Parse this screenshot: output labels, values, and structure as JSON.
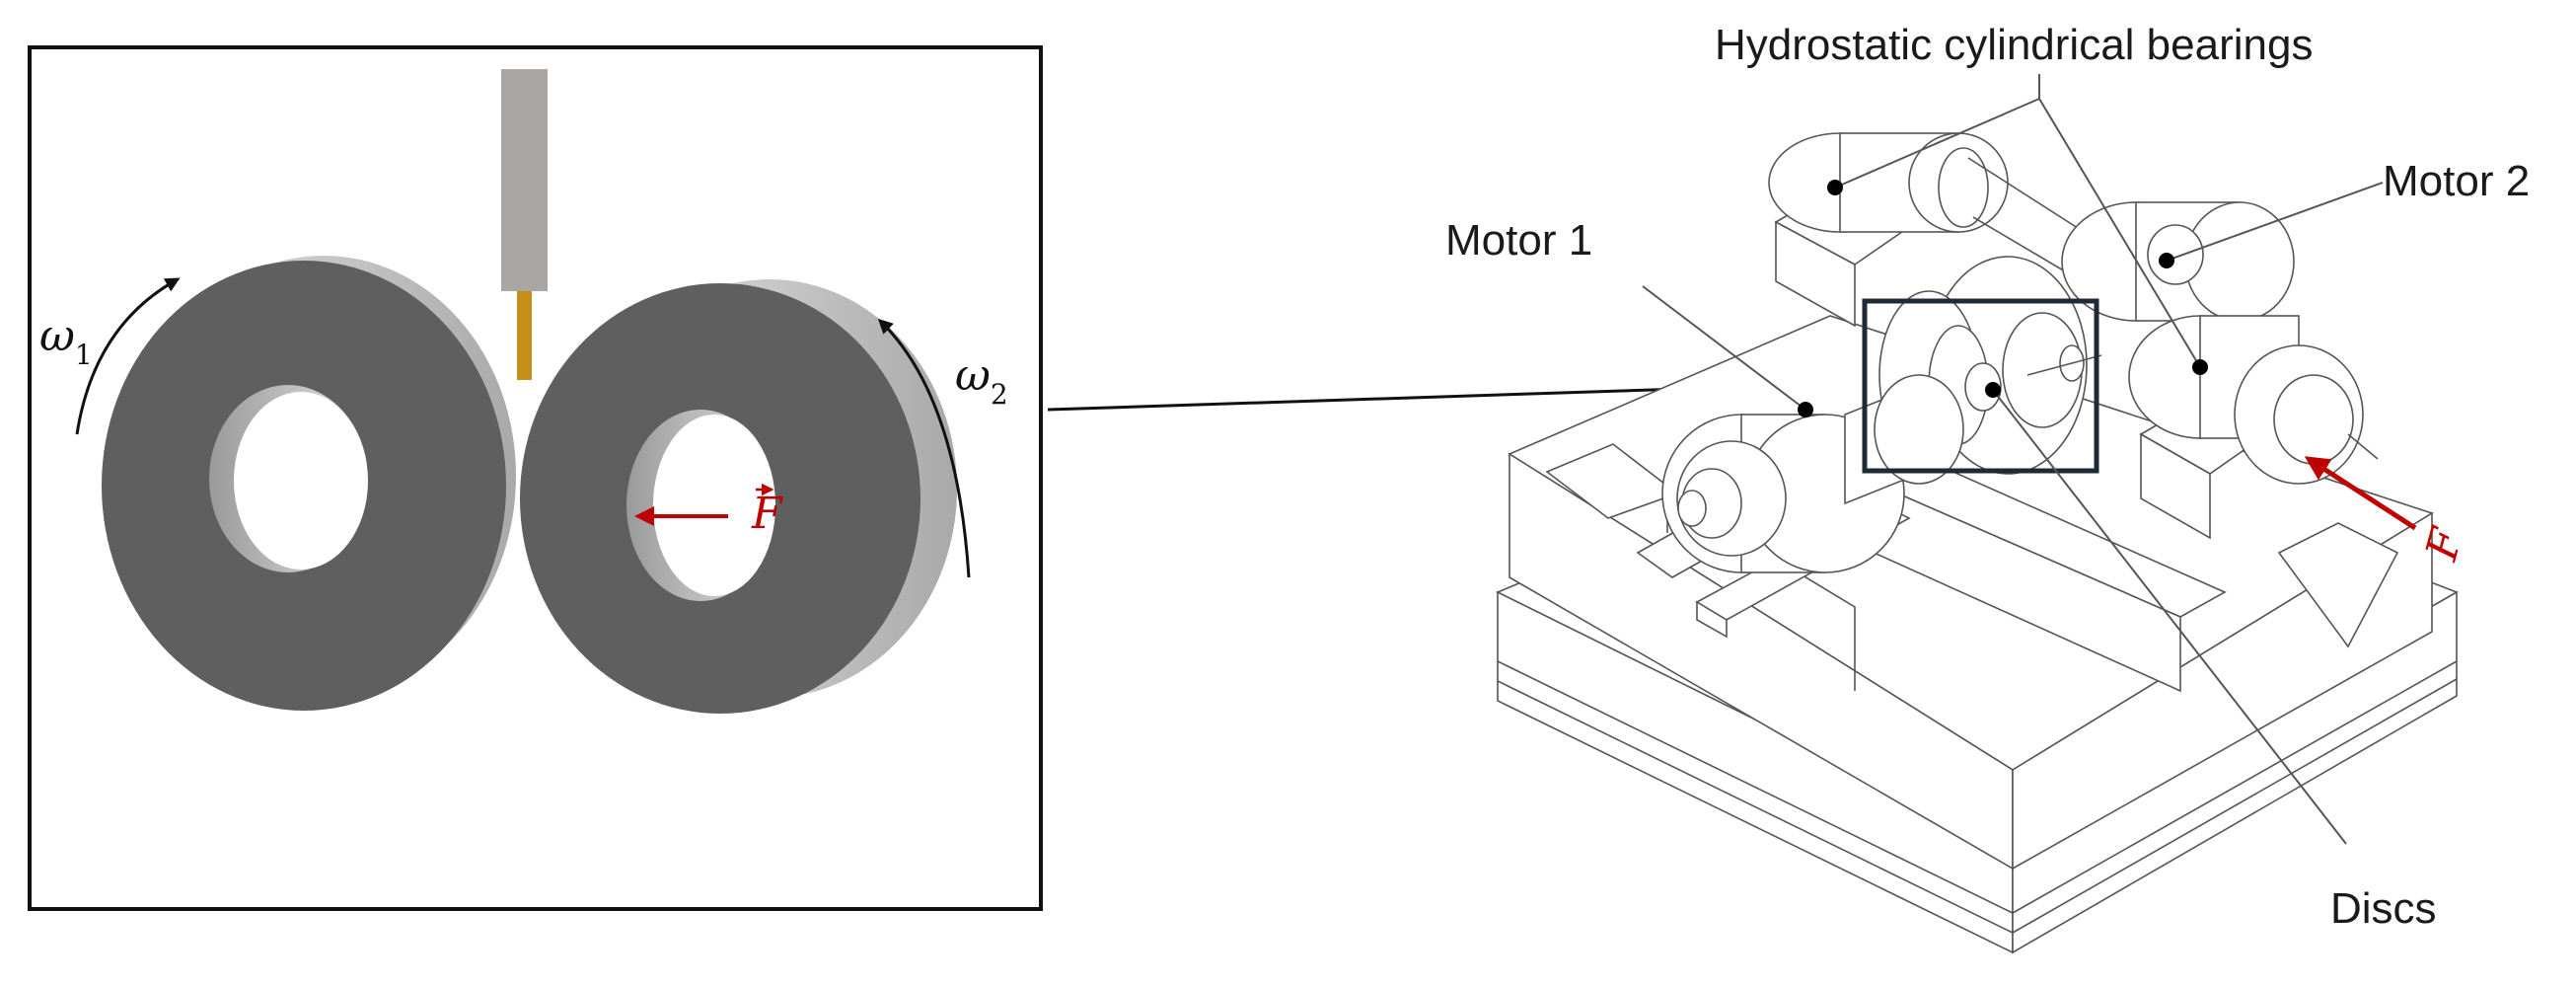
{
  "left_panel": {
    "omega_1": {
      "symbol": "ω",
      "subscript": "1"
    },
    "omega_2": {
      "symbol": "ω",
      "subscript": "2"
    },
    "force_label": "F"
  },
  "right_panel": {
    "label_bearings": "Hydrostatic cylindrical bearings",
    "label_motor1": "Motor 1",
    "label_motor2": "Motor 2",
    "label_discs": "Discs",
    "force_label": "F"
  },
  "colors": {
    "disc_face": "#5f5f5f",
    "disc_edge": "#c8c8c8",
    "probe": "#a9a6a4",
    "probe_tip": "#c4901a",
    "force_arrow": "#c00000",
    "frame": "#111111",
    "zoom_box": "#1f2a36"
  }
}
